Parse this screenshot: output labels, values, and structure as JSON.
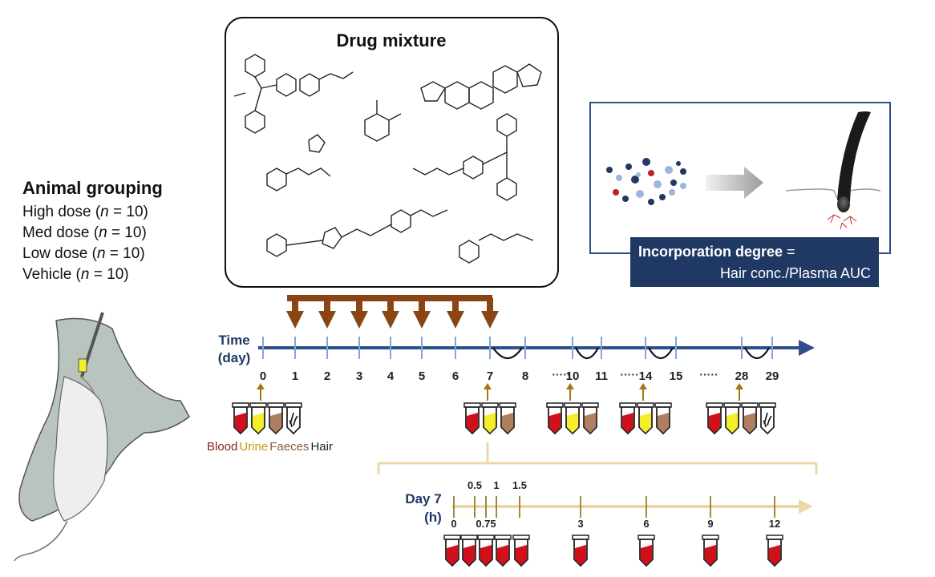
{
  "animal_grouping": {
    "title": "Animal grouping",
    "groups": [
      {
        "label": "High dose",
        "n_text": "n",
        "eq": " = 10"
      },
      {
        "label": "Med dose",
        "n_text": "n",
        "eq": " = 10"
      },
      {
        "label": "Low dose",
        "n_text": "n",
        "eq": " = 10"
      },
      {
        "label": "Vehicle",
        "n_text": "n",
        "eq": " = 10"
      }
    ]
  },
  "drug_mixture": {
    "title": "Drug mixture"
  },
  "incorporation": {
    "label_bold": "Incorporation degree",
    "equals": " =",
    "formula": "Hair conc./Plasma AUC"
  },
  "timeline_days": {
    "axis_label": [
      "Time",
      "(day)"
    ],
    "ticks": [
      "0",
      "1",
      "2",
      "3",
      "4",
      "5",
      "6",
      "7",
      "8",
      "10",
      "11",
      "14",
      "15",
      "28",
      "29"
    ],
    "dots": [
      "·····",
      "·····",
      "·····"
    ],
    "dose_days": [
      "1",
      "2",
      "3",
      "4",
      "5",
      "6",
      "7"
    ],
    "sampling_days": [
      "0",
      "7",
      "10",
      "14",
      "28"
    ],
    "gap_arcs": [
      [
        "7",
        "8"
      ],
      [
        "10",
        "11"
      ],
      [
        "14",
        "15"
      ],
      [
        "28",
        "29"
      ]
    ]
  },
  "sample_legend": [
    "Blood",
    "Urine",
    "Faeces",
    "Hair"
  ],
  "timeline_day7": {
    "axis_label": [
      "Day 7",
      "(h)"
    ],
    "ticks_bottom": [
      "0",
      "0.75",
      "3",
      "6",
      "9",
      "12"
    ],
    "ticks_top": [
      "0.5",
      "1",
      "1.5"
    ],
    "blood_sample_hours": [
      "0",
      "0.5",
      "0.75",
      "1",
      "1.5",
      "3",
      "6",
      "9",
      "12"
    ]
  },
  "colors": {
    "axis_blue": "#2f4f8a",
    "arrow_brown": "#8b4513",
    "blood": "#d0101a",
    "urine": "#f2ee2a",
    "faeces": "#b07f5f",
    "hair_box": "#1f3864",
    "day7_axis": "#ead8a8",
    "tick_text_blue": "#1f3864"
  }
}
